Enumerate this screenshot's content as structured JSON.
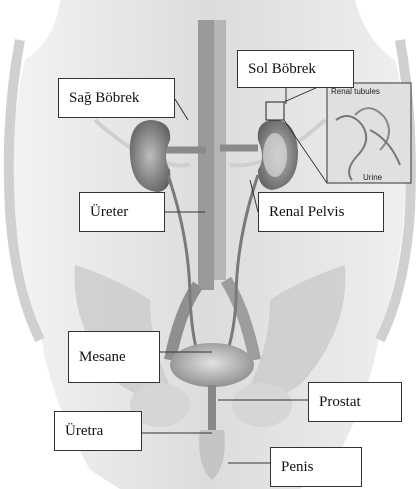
{
  "labels": {
    "sag_bobrek": "Sağ Böbrek",
    "sol_bobrek": "Sol Böbrek",
    "ureter": "Üreter",
    "renal_pelvis": "Renal Pelvis",
    "mesane": "Mesane",
    "prostat": "Prostat",
    "uretra": "Üretra",
    "penis": "Penis"
  },
  "inset": {
    "renal_tubules": "Renal tubules",
    "urine": "Urine"
  },
  "colors": {
    "body_light": "#e8e8e8",
    "body_mid": "#c9c9c9",
    "organ_dark": "#6f6f6f",
    "line": "#333333"
  }
}
